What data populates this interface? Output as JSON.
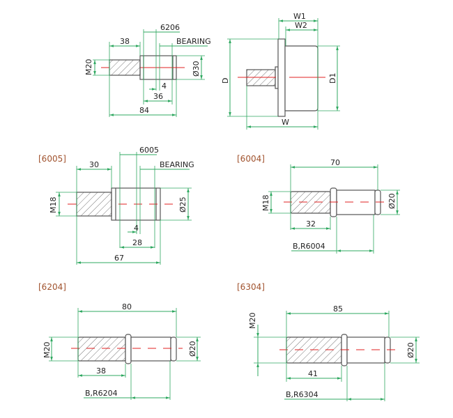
{
  "drawing_1": {
    "d38": "38",
    "bearing_no": "6206",
    "bearing": "BEARING",
    "m": "M20",
    "dia": "Ø30",
    "d4": "4",
    "d36": "36",
    "d84": "84"
  },
  "drawing_2": {
    "w1": "W1",
    "w2": "W2",
    "d": "D",
    "d1": "D1",
    "w": "W"
  },
  "drawing_3": {
    "label": "[6005]",
    "d30": "30",
    "bearing_no": "6005",
    "bearing": "BEARING",
    "m": "M18",
    "dia": "Ø25",
    "d4": "4",
    "d28": "28",
    "d67": "67"
  },
  "drawing_4": {
    "label": "[6004]",
    "d70": "70",
    "m": "M18",
    "dia": "Ø20",
    "d32": "32",
    "ref": "B,R6004"
  },
  "drawing_5": {
    "label": "[6204]",
    "d80": "80",
    "m": "M20",
    "dia": "Ø20",
    "d38": "38",
    "ref": "B,R6204"
  },
  "drawing_6": {
    "label": "[6304]",
    "d85": "85",
    "m": "M20",
    "dia": "Ø20",
    "d41": "41",
    "ref": "B,R6304"
  }
}
